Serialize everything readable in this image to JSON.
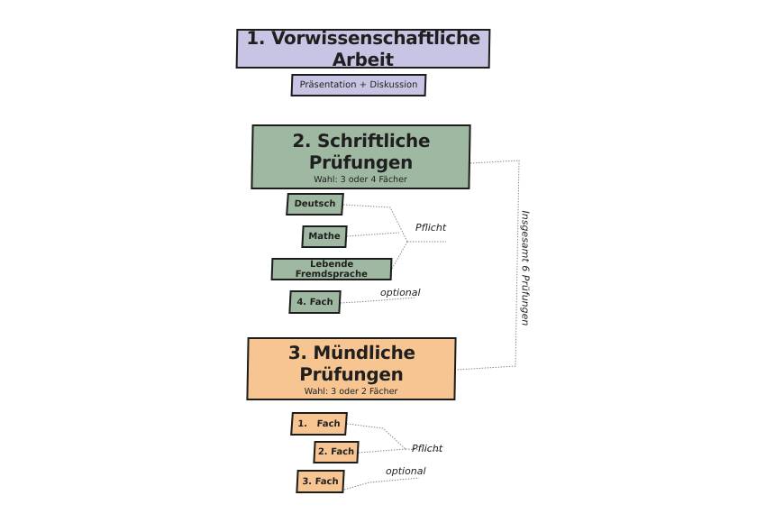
{
  "diagram": {
    "section1": {
      "title": "1. Vorwissenschaftliche Arbeit",
      "sub_box": "Präsentation + Diskussion"
    },
    "section2": {
      "title": "2. Schriftliche Prüfungen",
      "subtitle": "Wahl: 3 oder 4 Fächer",
      "items": [
        "Deutsch",
        "Mathe",
        "Lebende Fremdsprache",
        "4. Fach"
      ],
      "pflicht_label": "Pflicht",
      "optional_label": "optional"
    },
    "section3": {
      "title": "3. Mündliche Prüfungen",
      "subtitle": "Wahl: 3 oder 2 Fächer",
      "items": [
        "1.   Fach",
        "2. Fach",
        "3. Fach"
      ],
      "pflicht_label": "Pflicht",
      "optional_label": "optional"
    },
    "total_label": "Insgesamt 6 Prüfungen",
    "colors": {
      "purple": "#c7c5e3",
      "green": "#9fb8a1",
      "orange": "#f6c592"
    }
  }
}
